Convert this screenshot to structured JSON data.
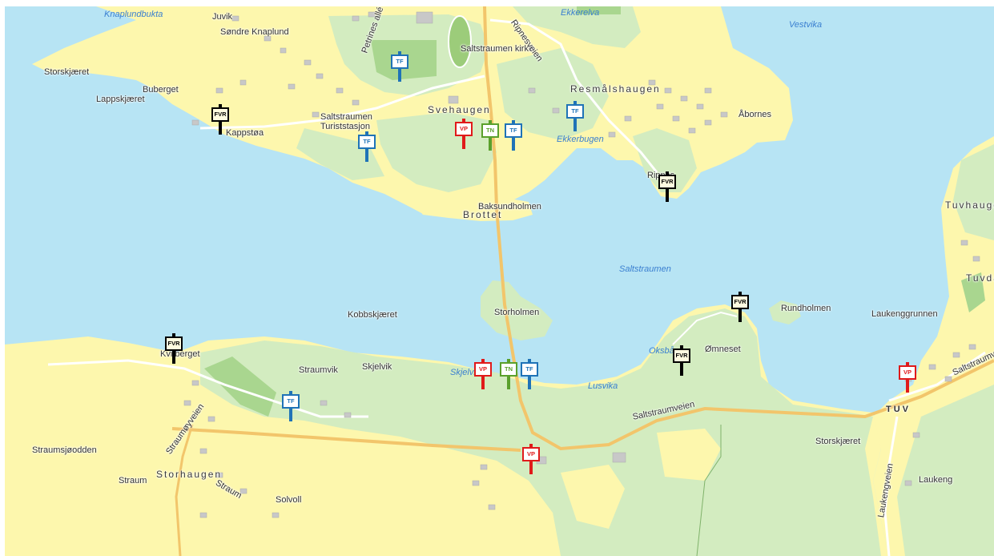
{
  "map": {
    "colors": {
      "water": "#b7e4f4",
      "land": "#fdf7ad",
      "forest": "#d3ecc0",
      "dense_forest": "#a9d68f",
      "road": "#f2c56b",
      "building": "#c8c8c8"
    },
    "place_labels": [
      {
        "id": "knaplundbukta",
        "text": "Knaplundbukta",
        "kind": "water"
      },
      {
        "id": "juvik",
        "text": "Juvik",
        "kind": "place"
      },
      {
        "id": "sondre-knaplund",
        "text": "Søndre Knaplund",
        "kind": "place"
      },
      {
        "id": "storskjaeret-nw",
        "text": "Storskjæret",
        "kind": "place"
      },
      {
        "id": "buberget",
        "text": "Buberget",
        "kind": "place"
      },
      {
        "id": "lappskjaeret",
        "text": "Lappskjæret",
        "kind": "place"
      },
      {
        "id": "kappstoa",
        "text": "Kappstøa",
        "kind": "place"
      },
      {
        "id": "petrines-alle",
        "text": "Petrines allé",
        "kind": "road"
      },
      {
        "id": "saltstraumen-kirke",
        "text": "Saltstraumen kirke",
        "kind": "place"
      },
      {
        "id": "ripnesveien",
        "text": "Ripnesveien",
        "kind": "road"
      },
      {
        "id": "ekkerelva",
        "text": "Ekkerelva",
        "kind": "water"
      },
      {
        "id": "vestvika",
        "text": "Vestvika",
        "kind": "water"
      },
      {
        "id": "resmalshaugen",
        "text": "Resmålshaugen",
        "kind": "big"
      },
      {
        "id": "abornes",
        "text": "Åbornes",
        "kind": "place"
      },
      {
        "id": "saltstraumen-turiststasjon",
        "text": "Saltstraumen\nTuriststasjon",
        "kind": "place"
      },
      {
        "id": "svehaugen",
        "text": "Svehaugen",
        "kind": "big"
      },
      {
        "id": "ekkerbugen",
        "text": "Ekkerbugen",
        "kind": "water"
      },
      {
        "id": "ripnes",
        "text": "Ripnes",
        "kind": "place"
      },
      {
        "id": "baksundholmen",
        "text": "Baksundholmen",
        "kind": "place"
      },
      {
        "id": "brottet",
        "text": "Brottet",
        "kind": "big"
      },
      {
        "id": "tuvhaugen",
        "text": "Tuvhaugen",
        "kind": "big"
      },
      {
        "id": "saltstraumen",
        "text": "Saltstraumen",
        "kind": "water"
      },
      {
        "id": "tuvdalen",
        "text": "Tuvdalen",
        "kind": "big"
      },
      {
        "id": "rundholmen",
        "text": "Rundholmen",
        "kind": "place"
      },
      {
        "id": "storholmen",
        "text": "Storholmen",
        "kind": "place"
      },
      {
        "id": "kobbskjaeret",
        "text": "Kobbskjæret",
        "kind": "place"
      },
      {
        "id": "laukenggrunnen",
        "text": "Laukenggrunnen",
        "kind": "place"
      },
      {
        "id": "kvitberget",
        "text": "Kvitberget",
        "kind": "place"
      },
      {
        "id": "oksbasen",
        "text": "Oksbåsen",
        "kind": "water"
      },
      {
        "id": "omneset",
        "text": "Ømneset",
        "kind": "place"
      },
      {
        "id": "straumvik",
        "text": "Straumvik",
        "kind": "place"
      },
      {
        "id": "skjelvik",
        "text": "Skjelvik",
        "kind": "place"
      },
      {
        "id": "skjelvika",
        "text": "Skjelvika",
        "kind": "water"
      },
      {
        "id": "lusvika",
        "text": "Lusvika",
        "kind": "water"
      },
      {
        "id": "saltstraumveien-e",
        "text": "Saltstraumveien",
        "kind": "road"
      },
      {
        "id": "saltstraumveien-w",
        "text": "Saltstraumveien",
        "kind": "road"
      },
      {
        "id": "tuv",
        "text": "TUV",
        "kind": "bold"
      },
      {
        "id": "straumoyveien",
        "text": "Straumøyveien",
        "kind": "road"
      },
      {
        "id": "straumsjoodden",
        "text": "Straumsjøodden",
        "kind": "place"
      },
      {
        "id": "storskjaeret-se",
        "text": "Storskjæret",
        "kind": "place"
      },
      {
        "id": "straum",
        "text": "Straum",
        "kind": "place"
      },
      {
        "id": "storhaugen",
        "text": "Storhaugen",
        "kind": "big"
      },
      {
        "id": "straum-road",
        "text": "Straum",
        "kind": "road"
      },
      {
        "id": "laukengveien",
        "text": "Laukengveien",
        "kind": "road"
      },
      {
        "id": "laukeng",
        "text": "Laukeng",
        "kind": "place"
      },
      {
        "id": "solvoll",
        "text": "Solvoll",
        "kind": "place"
      }
    ],
    "sign_markers": [
      {
        "code": "FVR",
        "color": "#000000"
      },
      {
        "code": "FVR",
        "color": "#000000"
      },
      {
        "code": "FVR",
        "color": "#000000"
      },
      {
        "code": "FVR",
        "color": "#000000"
      },
      {
        "code": "FVR",
        "color": "#000000"
      },
      {
        "code": "TF",
        "color": "#1f73b7"
      },
      {
        "code": "TF",
        "color": "#1f73b7"
      },
      {
        "code": "TF",
        "color": "#1f73b7"
      },
      {
        "code": "TF",
        "color": "#1f73b7"
      },
      {
        "code": "TF",
        "color": "#1f73b7"
      },
      {
        "code": "TF",
        "color": "#1f73b7"
      },
      {
        "code": "VP",
        "color": "#e01a1a"
      },
      {
        "code": "VP",
        "color": "#e01a1a"
      },
      {
        "code": "VP",
        "color": "#e01a1a"
      },
      {
        "code": "VP",
        "color": "#e01a1a"
      },
      {
        "code": "TN",
        "color": "#5aa02c"
      },
      {
        "code": "TN",
        "color": "#5aa02c"
      }
    ]
  }
}
